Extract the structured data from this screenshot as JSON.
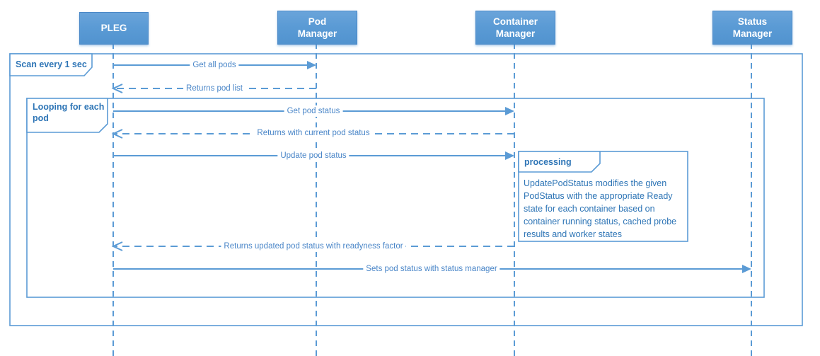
{
  "colors": {
    "accent": "#5b9bd5",
    "actor_fill": "#5b9bd5",
    "actor_border": "#4a88c7",
    "actor_text": "#ffffff",
    "message_text": "#4a86c8",
    "emphasis_text": "#2e75b6",
    "background": "#ffffff"
  },
  "actors": [
    {
      "name": "PLEG",
      "lines": [
        "PLEG"
      ]
    },
    {
      "name": "Pod Manager",
      "lines": [
        "Pod",
        "Manager"
      ]
    },
    {
      "name": "Container Manager",
      "lines": [
        "Container",
        "Manager"
      ]
    },
    {
      "name": "Status Manager",
      "lines": [
        "Status",
        "Manager"
      ]
    }
  ],
  "fragments": [
    {
      "label": "Scan every 1 sec"
    },
    {
      "label": "Looping for each pod"
    }
  ],
  "messages": [
    {
      "label": "Get all pods",
      "from": "PLEG",
      "to": "Pod Manager",
      "type": "sync"
    },
    {
      "label": "Returns pod list",
      "from": "Pod Manager",
      "to": "PLEG",
      "type": "return"
    },
    {
      "label": "Get pod status",
      "from": "PLEG",
      "to": "Container Manager",
      "type": "sync"
    },
    {
      "label": "Returns with current pod status",
      "from": "Container Manager",
      "to": "PLEG",
      "type": "return"
    },
    {
      "label": "Update pod status",
      "from": "PLEG",
      "to": "Container Manager",
      "type": "sync"
    },
    {
      "label": "Returns updated pod status with readyness factor",
      "from": "Container Manager",
      "to": "PLEG",
      "type": "return"
    },
    {
      "label": "Sets pod status with status manager",
      "from": "PLEG",
      "to": "Status Manager",
      "type": "sync"
    }
  ],
  "note": {
    "title": "processing",
    "body": "UpdatePodStatus modifies the given PodStatus with the appropriate Ready state for each container based on container running status, cached probe results and worker states"
  }
}
